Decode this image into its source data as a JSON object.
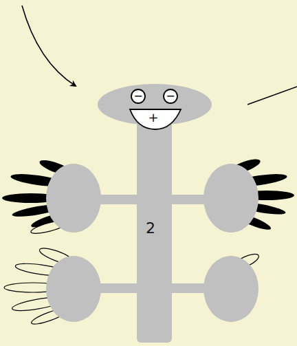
{
  "diagram": {
    "labels": [
      "−",
      "−",
      "+",
      "2"
    ]
  }
}
